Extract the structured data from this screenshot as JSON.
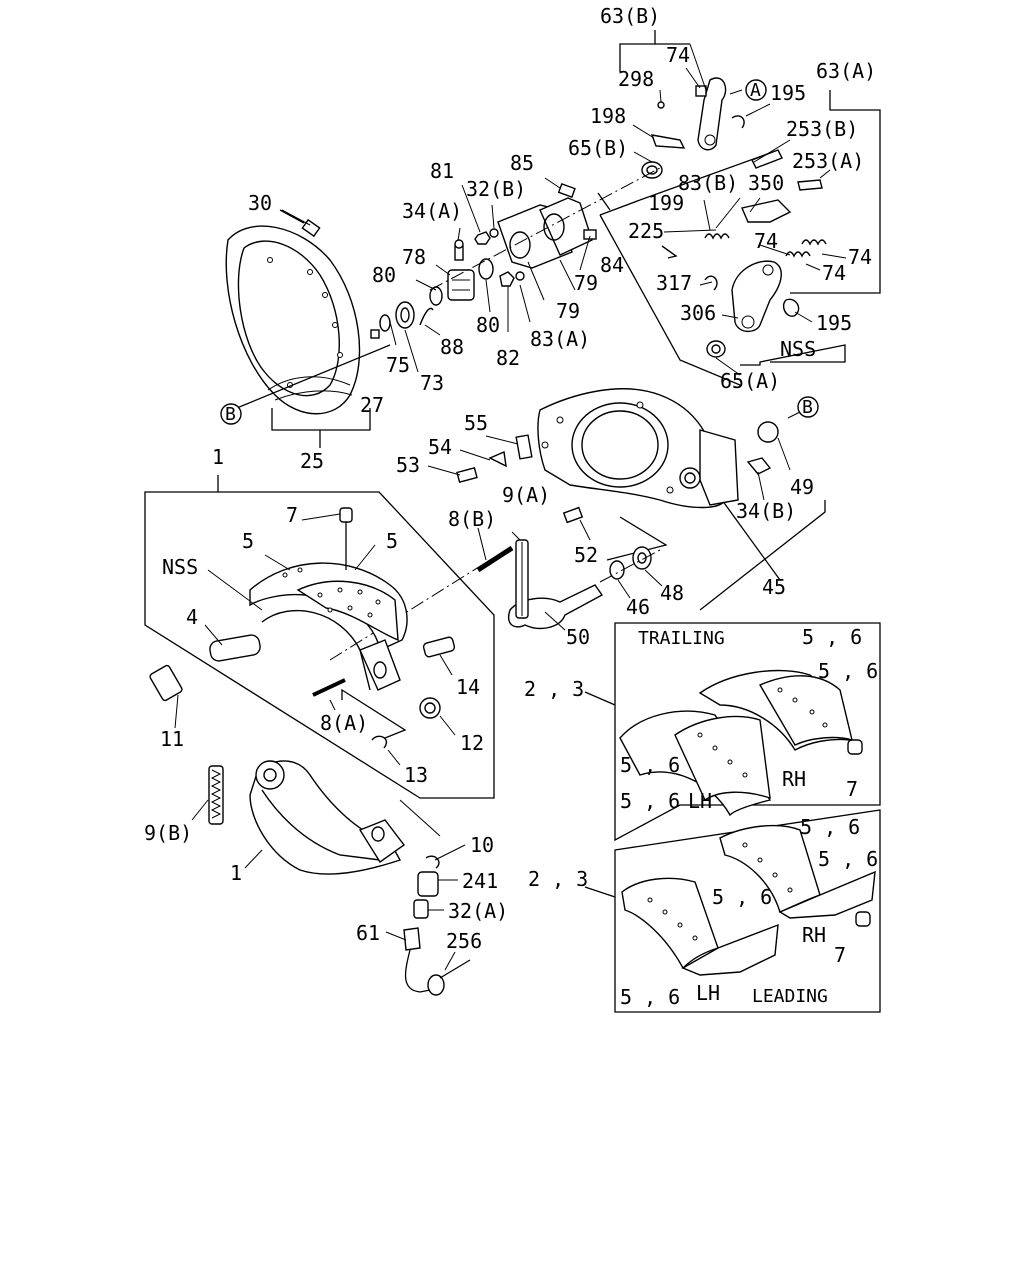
{
  "labels": {
    "l1_top": "1",
    "l1_bottom": "1",
    "l2_3_trailing": "2 , 3",
    "l2_3_leading": "2 , 3",
    "l4": "4",
    "l5_left": "5",
    "l5_right": "5",
    "l7_shoe": "7",
    "l7_trailing": "7",
    "l7_leading": "7",
    "l8a": "8(A)",
    "l8b": "8(B)",
    "l9a": "9(A)",
    "l9b": "9(B)",
    "l10": "10",
    "l11": "11",
    "l12": "12",
    "l13": "13",
    "l14": "14",
    "l25": "25",
    "l27": "27",
    "l30": "30",
    "l32a": "32(A)",
    "l32b": "32(B)",
    "l34a": "34(A)",
    "l34b": "34(B)",
    "l45": "45",
    "l46": "46",
    "l48": "48",
    "l49": "49",
    "l50": "50",
    "l52": "52",
    "l53": "53",
    "l54": "54",
    "l55": "55",
    "l56_t1": "5 , 6",
    "l56_t2": "5 , 6",
    "l56_t3": "5 , 6",
    "l56_t4": "5 , 6",
    "l56_l1": "5 , 6",
    "l56_l2": "5 , 6",
    "l56_l3": "5 , 6",
    "l56_l4": "5 , 6",
    "l61": "61",
    "l63a": "63(A)",
    "l63b": "63(B)",
    "l65a": "65(A)",
    "l65b": "65(B)",
    "l73": "73",
    "l74_top": "74",
    "l74_a": "74",
    "l74_b": "74",
    "l74_c": "74",
    "l75": "75",
    "l78": "78",
    "l79_a": "79",
    "l79_b": "79",
    "l80_a": "80",
    "l80_b": "80",
    "l81": "81",
    "l82": "82",
    "l83a": "83(A)",
    "l83b": "83(B)",
    "l84": "84",
    "l85": "85",
    "l88": "88",
    "l195_top": "195",
    "l195_bottom": "195",
    "l198": "198",
    "l199": "199",
    "l225": "225",
    "l241": "241",
    "l253a": "253(A)",
    "l253b": "253(B)",
    "l256": "256",
    "l298": "298",
    "l306": "306",
    "l317": "317",
    "l350": "350",
    "nss_shoe": "NSS",
    "nss_slack": "NSS",
    "trailing": "TRAILING",
    "leading": "LEADING",
    "rh_trailing": "RH",
    "lh_trailing": "LH",
    "rh_leading": "RH",
    "lh_leading": "LH",
    "ref_a": "A",
    "ref_b_top": "B",
    "ref_b_left": "B"
  }
}
